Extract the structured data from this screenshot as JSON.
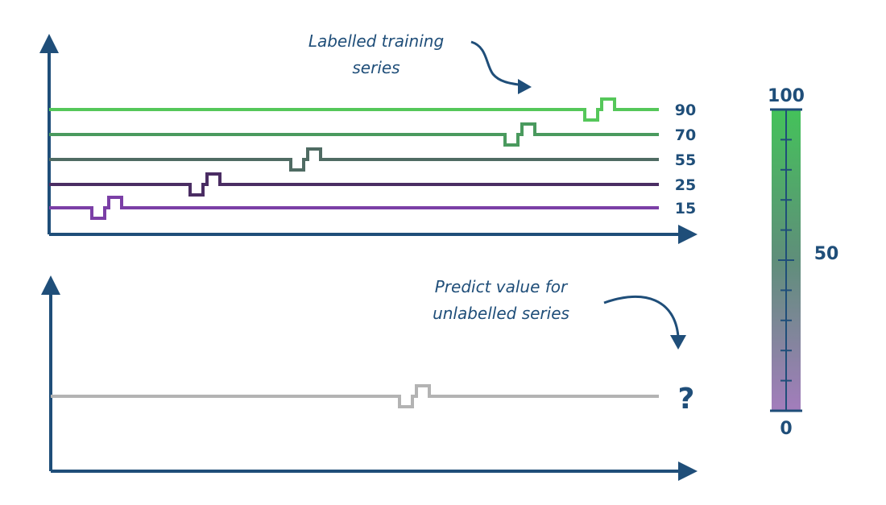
{
  "colors": {
    "axis": "#1f4e79",
    "text": "#1f4e79",
    "unlabelled_series": "#b3b3b3",
    "scale_top": "#44c25a",
    "scale_mid": "#5f8e7a",
    "scale_bottom": "#a37dbc"
  },
  "training": {
    "annotation": [
      "Labelled training",
      "series"
    ],
    "series": [
      {
        "label": "90",
        "color": "#55c75a"
      },
      {
        "label": "70",
        "color": "#4a9a5e"
      },
      {
        "label": "55",
        "color": "#4f6b63"
      },
      {
        "label": "25",
        "color": "#4a2d63"
      },
      {
        "label": "15",
        "color": "#7b3fa6"
      }
    ]
  },
  "prediction": {
    "annotation": [
      "Predict value for",
      "unlabelled series"
    ],
    "unknown_label": "?"
  },
  "scale": {
    "top_label": "100",
    "mid_label": "50",
    "bottom_label": "0"
  }
}
